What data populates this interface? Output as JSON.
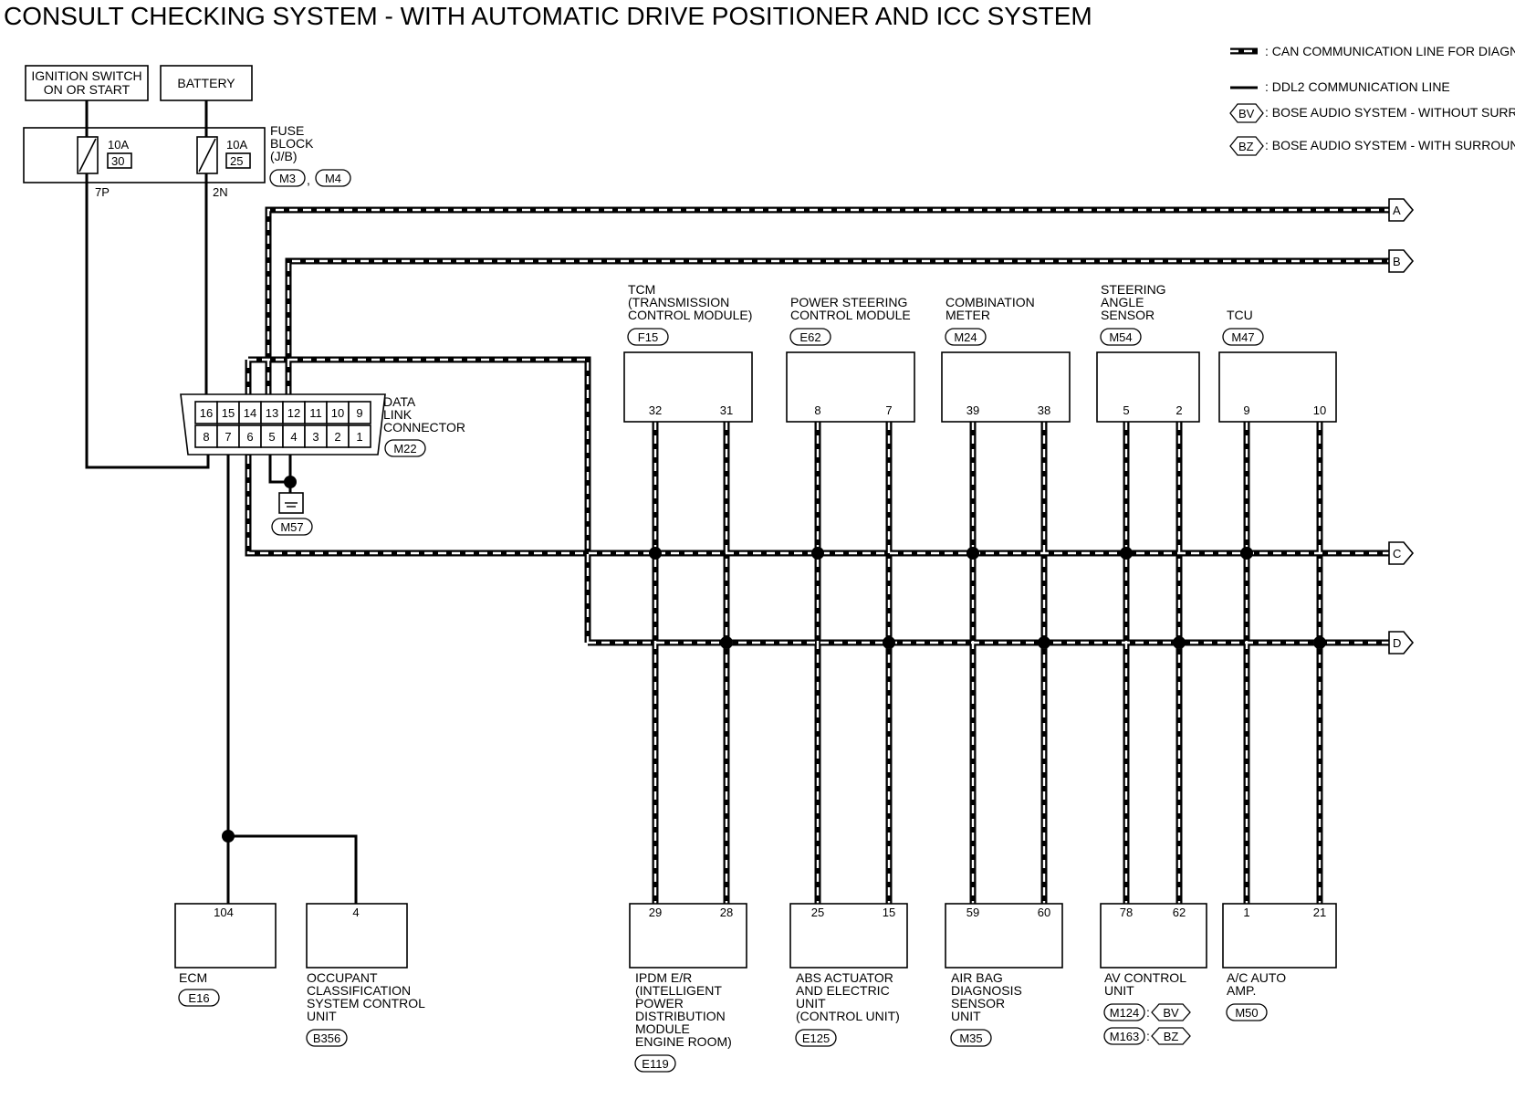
{
  "title": "CONSULT CHECKING SYSTEM - WITH AUTOMATIC DRIVE POSITIONER AND ICC SYSTEM",
  "legend": {
    "can_line": ": CAN COMMUNICATION LINE FOR DIAGNOSIS",
    "ddl2_line": ": DDL2 COMMUNICATION LINE",
    "bv_tag": "BV",
    "bv_text": ": BOSE AUDIO SYSTEM - WITHOUT SURROUND SOUND SYSTEM",
    "bz_tag": "BZ",
    "bz_text": ": BOSE AUDIO SYSTEM - WITH SURROUND SOUND SYSTEM"
  },
  "power": {
    "ignition": [
      "IGNITION SWITCH",
      "ON OR START"
    ],
    "battery": "BATTERY",
    "fuse_block": [
      "FUSE",
      "BLOCK",
      "(J/B)"
    ],
    "fuse_connectors": [
      "M3",
      "M4"
    ],
    "fuses": [
      {
        "amp": "10A",
        "num": "30",
        "pin": "7P"
      },
      {
        "amp": "10A",
        "num": "25",
        "pin": "2N"
      }
    ]
  },
  "data_link": {
    "label": [
      "DATA",
      "LINK",
      "CONNECTOR"
    ],
    "connector": "M22",
    "top_pins": [
      "16",
      "15",
      "14",
      "13",
      "12",
      "11",
      "10",
      "9"
    ],
    "bottom_pins": [
      "8",
      "7",
      "6",
      "5",
      "4",
      "3",
      "2",
      "1"
    ],
    "ground": "M57"
  },
  "offpage": [
    "A",
    "B",
    "C",
    "D"
  ],
  "top_modules": [
    {
      "name": [
        "TCM",
        "(TRANSMISSION",
        "CONTROL MODULE)"
      ],
      "conn": "F15",
      "pins": [
        "32",
        "31"
      ]
    },
    {
      "name": [
        "POWER STEERING",
        "CONTROL MODULE"
      ],
      "conn": "E62",
      "pins": [
        "8",
        "7"
      ]
    },
    {
      "name": [
        "COMBINATION",
        "METER"
      ],
      "conn": "M24",
      "pins": [
        "39",
        "38"
      ]
    },
    {
      "name": [
        "STEERING",
        "ANGLE",
        "SENSOR"
      ],
      "conn": "M54",
      "pins": [
        "5",
        "2"
      ]
    },
    {
      "name": [
        "TCU"
      ],
      "conn": "M47",
      "pins": [
        "9",
        "10"
      ]
    }
  ],
  "bottom_modules": [
    {
      "name": [
        "IPDM E/R",
        "(INTELLIGENT",
        "POWER",
        "DISTRIBUTION",
        "MODULE",
        "ENGINE ROOM)"
      ],
      "conn": "E119",
      "pins": [
        "29",
        "28"
      ]
    },
    {
      "name": [
        "ABS ACTUATOR",
        "AND ELECTRIC",
        "UNIT",
        "(CONTROL UNIT)"
      ],
      "conn": "E125",
      "pins": [
        "25",
        "15"
      ]
    },
    {
      "name": [
        "AIR BAG",
        "DIAGNOSIS",
        "SENSOR",
        "UNIT"
      ],
      "conn": "M35",
      "pins": [
        "59",
        "60"
      ]
    },
    {
      "name": [
        "AV CONTROL",
        "UNIT"
      ],
      "conn": "",
      "pins": [
        "78",
        "62"
      ],
      "variants": [
        {
          "conn": "M124",
          "tag": "BV"
        },
        {
          "conn": "M163",
          "tag": "BZ"
        }
      ]
    },
    {
      "name": [
        "A/C AUTO",
        "AMP."
      ],
      "conn": "M50",
      "pins": [
        "1",
        "21"
      ]
    }
  ],
  "ddl_modules": [
    {
      "name": [
        "ECM"
      ],
      "conn": "E16",
      "pin": "104"
    },
    {
      "name": [
        "OCCUPANT",
        "CLASSIFICATION",
        "SYSTEM CONTROL",
        "UNIT"
      ],
      "conn": "B356",
      "pin": "4"
    }
  ]
}
